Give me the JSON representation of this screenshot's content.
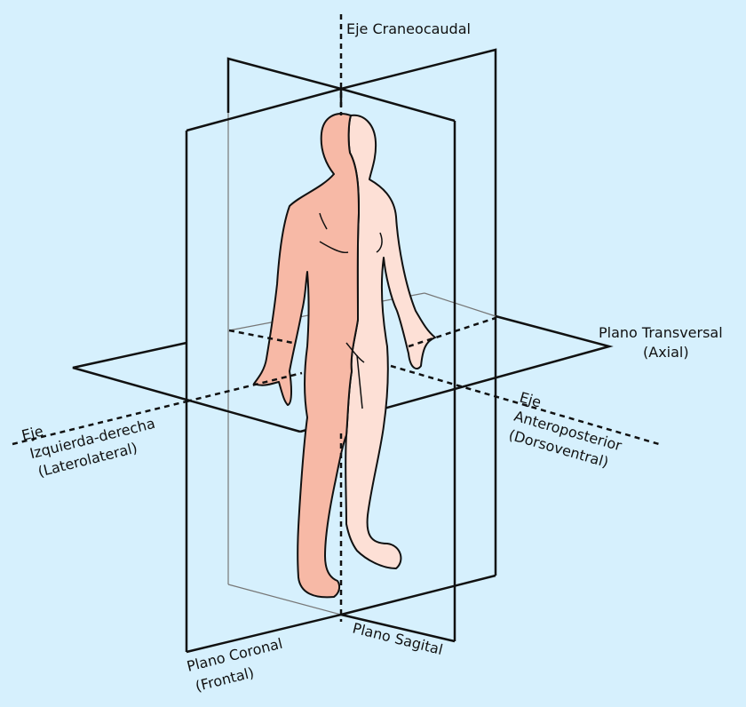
{
  "colors": {
    "background": "#d6f0fd",
    "skin_light": "#fde0d6",
    "skin_dark": "#f7b9a6",
    "line": "#111111"
  },
  "labels": {
    "axis_craneocaudal": "Eje Craneocaudal",
    "plano_transversal": "Plano Transversal",
    "plano_transversal_alt": "(Axial)",
    "eje_lr_1": "Eje",
    "eje_lr_2": "Izquierda-derecha",
    "eje_lr_3": "(Laterolateral)",
    "eje_ap_1": "Eje",
    "eje_ap_2": "Anteroposterior",
    "eje_ap_3": "(Dorsoventral)",
    "plano_coronal": "Plano Coronal",
    "plano_coronal_alt": "(Frontal)",
    "plano_sagital": "Plano Sagital"
  }
}
